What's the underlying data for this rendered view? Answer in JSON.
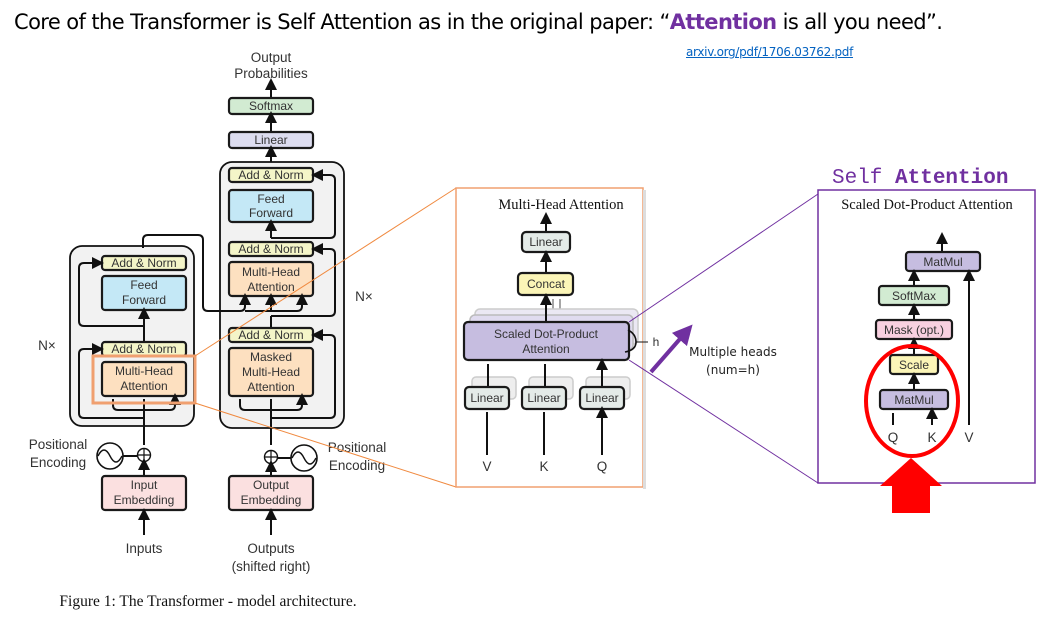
{
  "header": {
    "title_prefix": "Core of the Transformer is Self Attention as in the original paper: “",
    "title_highlight": "Attention",
    "title_suffix": " is all you need”.",
    "link_text": "arxiv.org/pdf/1706.03762.pdf"
  },
  "colors": {
    "highlight": "#7030a0",
    "link": "#0563c1",
    "orange_callout": "#f0a070",
    "red_circle": "#ff0000",
    "add_norm": "#f4f5c8",
    "feed_forward": "#c4e8f6",
    "attention": "#fde0c0",
    "embedding": "#fbe0e0",
    "linear": "#dcdcef",
    "softmax": "#d2ebd2",
    "sdpa": "#c6bde0",
    "concat": "#fbf5b7",
    "mask": "#f8d0e0",
    "scale": "#fbf5b7"
  },
  "transformer": {
    "output_label_1": "Output",
    "output_label_2": "Probabilities",
    "softmax": "Softmax",
    "linear": "Linear",
    "add_norm": "Add & Norm",
    "feed_1": "Feed",
    "feed_2": "Forward",
    "mha_1": "Multi-Head",
    "mha_2": "Attention",
    "masked": "Masked",
    "nx": "N×",
    "pos_1": "Positional",
    "pos_2": "Encoding",
    "input_emb_1": "Input",
    "input_emb_2": "Embedding",
    "output_emb_1": "Output",
    "output_emb_2": "Embedding",
    "inputs": "Inputs",
    "outputs_1": "Outputs",
    "outputs_2": "(shifted right)",
    "caption": "Figure 1: The Transformer - model architecture."
  },
  "mha": {
    "title": "Multi-Head Attention",
    "linear": "Linear",
    "concat": "Concat",
    "sdpa_1": "Scaled Dot-Product",
    "sdpa_2": "Attention",
    "h": "h",
    "inputs": [
      "V",
      "K",
      "Q"
    ]
  },
  "annotation": {
    "line1": "Multiple heads",
    "line2": "(num=h)"
  },
  "sdpa": {
    "heading_light": "Self ",
    "heading_bold": "Attention",
    "title": "Scaled Dot-Product Attention",
    "matmul": "MatMul",
    "softmax": "SoftMax",
    "mask": "Mask (opt.)",
    "scale": "Scale",
    "inputs": [
      "Q",
      "K",
      "V"
    ]
  }
}
